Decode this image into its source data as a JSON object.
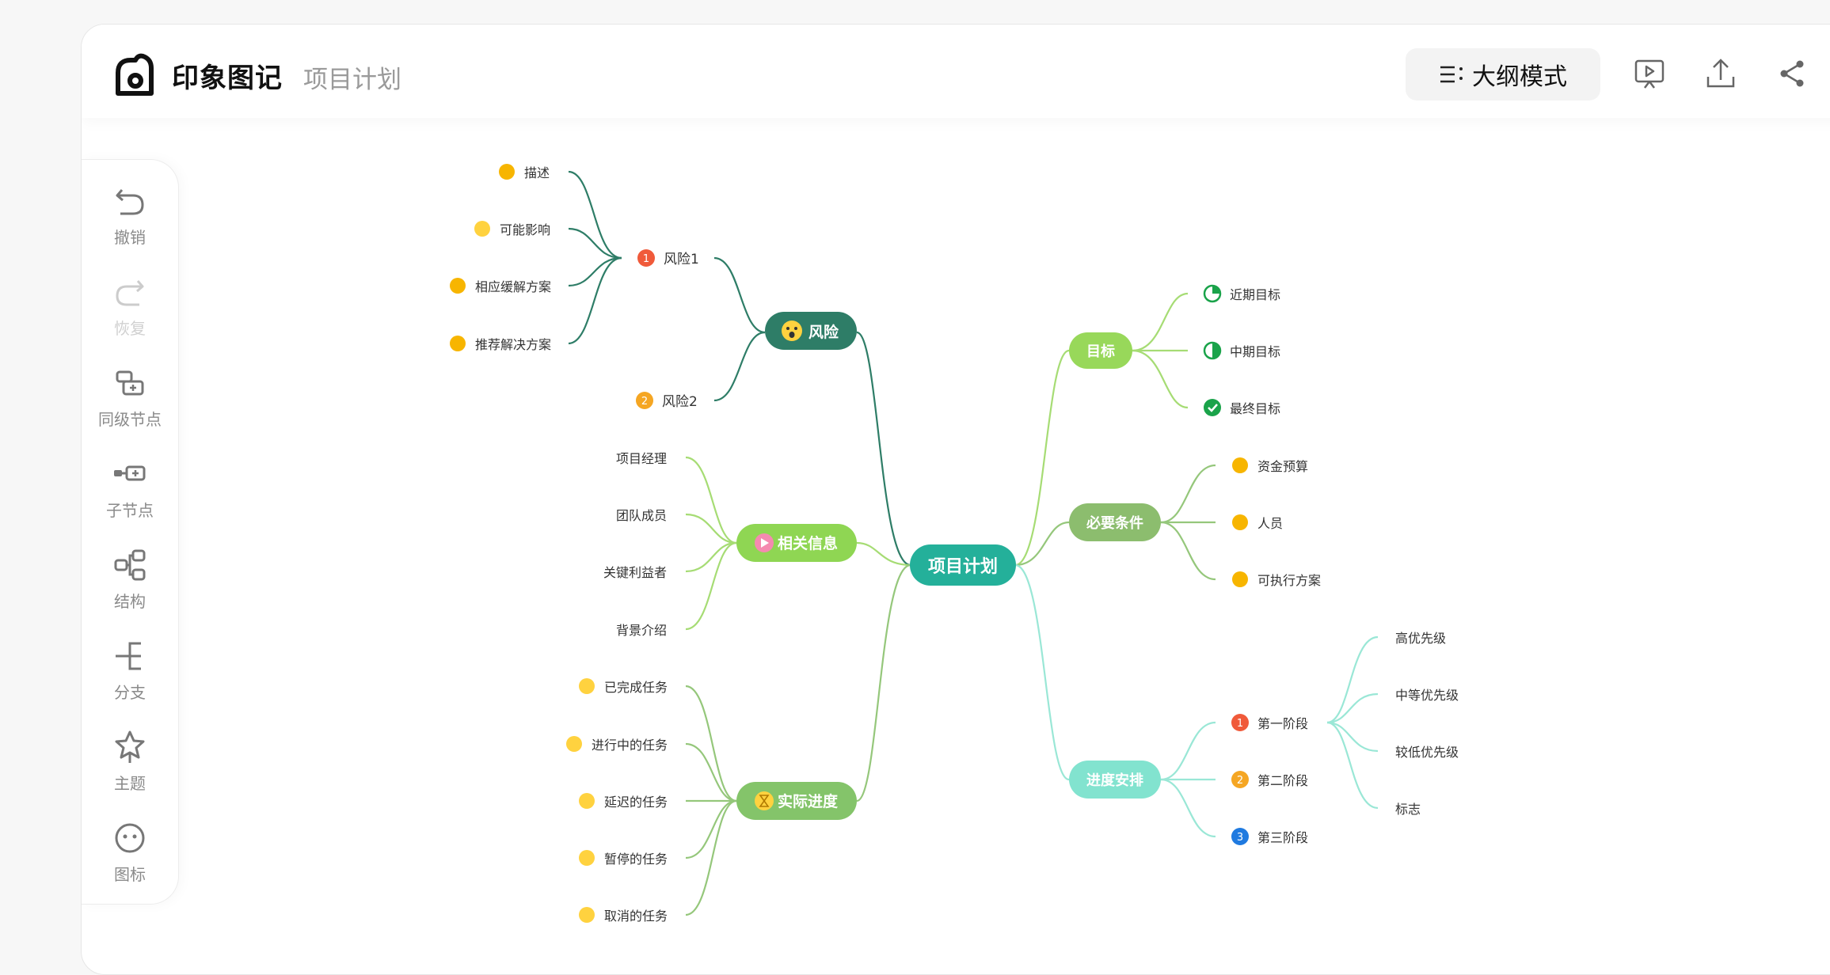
{
  "app": {
    "brand": "印象图记",
    "doc_title": "项目计划"
  },
  "header": {
    "outline_label": "大纲模式",
    "outline_icon": "outline-list-icon",
    "icons": [
      "present-icon",
      "export-icon",
      "share-icon"
    ]
  },
  "sidebar": {
    "tools": [
      {
        "label": "撤销",
        "icon": "undo-icon",
        "enabled": true
      },
      {
        "label": "恢复",
        "icon": "redo-icon",
        "enabled": false
      },
      {
        "label": "同级节点",
        "icon": "sibling-node-icon",
        "enabled": true
      },
      {
        "label": "子节点",
        "icon": "child-node-icon",
        "enabled": true
      },
      {
        "label": "结构",
        "icon": "structure-icon",
        "enabled": true
      },
      {
        "label": "分支",
        "icon": "branch-icon",
        "enabled": true
      },
      {
        "label": "主题",
        "icon": "theme-icon",
        "enabled": true
      },
      {
        "label": "图标",
        "icon": "emoji-icon",
        "enabled": true
      }
    ]
  },
  "mindmap": {
    "root": {
      "label": "项目计划",
      "color": "#24b09a"
    },
    "branches": {
      "risk": {
        "label": "风险",
        "color": "#2e7d67",
        "icon": "scared-face-icon",
        "risk1": {
          "label": "风险1",
          "badge": "1",
          "children": [
            "描述",
            "可能影响",
            "相应缓解方案",
            "推荐解决方案"
          ]
        },
        "risk2": {
          "label": "风险2",
          "badge": "2"
        }
      },
      "info": {
        "label": "相关信息",
        "color": "#8fd653",
        "icon": "flag-icon",
        "children": [
          "项目经理",
          "团队成员",
          "关键利益者",
          "背景介绍"
        ]
      },
      "progress": {
        "label": "实际进度",
        "color": "#84c46a",
        "icon": "hourglass-icon",
        "children": [
          "已完成任务",
          "进行中的任务",
          "延迟的任务",
          "暂停的任务",
          "取消的任务"
        ]
      },
      "goal": {
        "label": "目标",
        "color": "#98d85a",
        "children": [
          "近期目标",
          "中期目标",
          "最终目标"
        ]
      },
      "req": {
        "label": "必要条件",
        "color": "#8cbd6e",
        "children": [
          "资金预算",
          "人员",
          "可执行方案"
        ]
      },
      "schedule": {
        "label": "进度安排",
        "color": "#82e3cf",
        "children": [
          {
            "label": "第一阶段",
            "badge": "1",
            "children": [
              "高优先级",
              "中等优先级",
              "较低优先级",
              "标志"
            ]
          },
          {
            "label": "第二阶段",
            "badge": "2"
          },
          {
            "label": "第三阶段",
            "badge": "3"
          }
        ]
      }
    }
  }
}
